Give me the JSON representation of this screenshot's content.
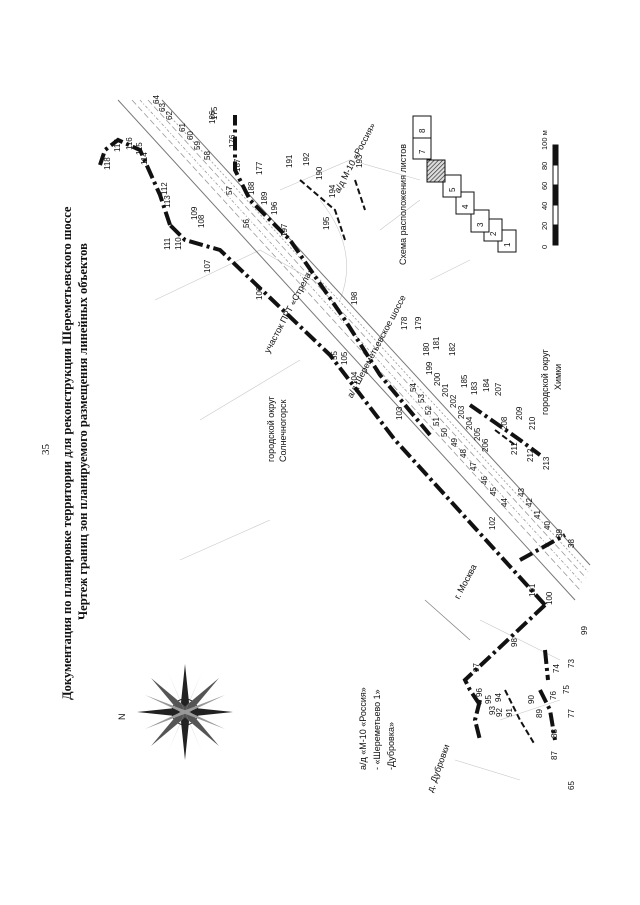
{
  "page_number": "35",
  "header": {
    "line1": "Документация по планировке территории для реконструкции Шереметьевского шоссе",
    "line2": "Чертеж границ зон планируемого размещения линейных объектов"
  },
  "labels": {
    "solnechnogorsk_1": "городской округ",
    "solnechnogorsk_2": "Солнечногорск",
    "khimki_1": "городской округ",
    "khimki_2": "Химки",
    "moscow": "г. Москва",
    "road_m10": "а/д М-10 «Россия»",
    "road_sheremetyevo": "а/д Шереметьевское шоссе",
    "road_strela": "участок ПРТ «Стрела»",
    "dubrovki_road_1": "а/д «М-10 «Россия»",
    "dubrovki_road_2": "- «Шереметьево 1»",
    "dubrovki_road_3": "-Дубровка»",
    "dubrovki_village": "д. Дубровки",
    "compass_n": "N"
  },
  "legend": {
    "title": "Схема расположения листов",
    "sheets": [
      "1",
      "2",
      "3",
      "4",
      "5",
      "6",
      "7",
      "8"
    ],
    "active_sheet": "6"
  },
  "scale": {
    "ticks": [
      "0",
      "20",
      "40",
      "60",
      "80",
      "100 м"
    ]
  },
  "colors": {
    "ink": "#111111",
    "road": "#8a8a8a",
    "hatch": "#555555"
  },
  "points": [
    "38",
    "39",
    "40",
    "41",
    "42",
    "43",
    "44",
    "45",
    "46",
    "47",
    "48",
    "49",
    "50",
    "51",
    "52",
    "53",
    "54",
    "55",
    "56",
    "57",
    "58",
    "59",
    "60",
    "61",
    "62",
    "63",
    "64",
    "65",
    "73",
    "74",
    "75",
    "76",
    "77",
    "87",
    "88",
    "89",
    "90",
    "91",
    "92",
    "93",
    "94",
    "95",
    "96",
    "97",
    "98",
    "99",
    "100",
    "101",
    "102",
    "103",
    "104",
    "105",
    "106",
    "107",
    "108",
    "109",
    "110",
    "111",
    "112",
    "113",
    "114",
    "115",
    "116",
    "117",
    "118",
    "175",
    "176",
    "177",
    "178",
    "179",
    "180",
    "181",
    "182",
    "183",
    "184",
    "185",
    "186",
    "187",
    "188",
    "189",
    "190",
    "191",
    "192",
    "193",
    "194",
    "195",
    "196",
    "197",
    "198",
    "199",
    "200",
    "201",
    "202",
    "203",
    "204",
    "205",
    "206",
    "207",
    "208",
    "209",
    "210",
    "211",
    "212",
    "213"
  ]
}
